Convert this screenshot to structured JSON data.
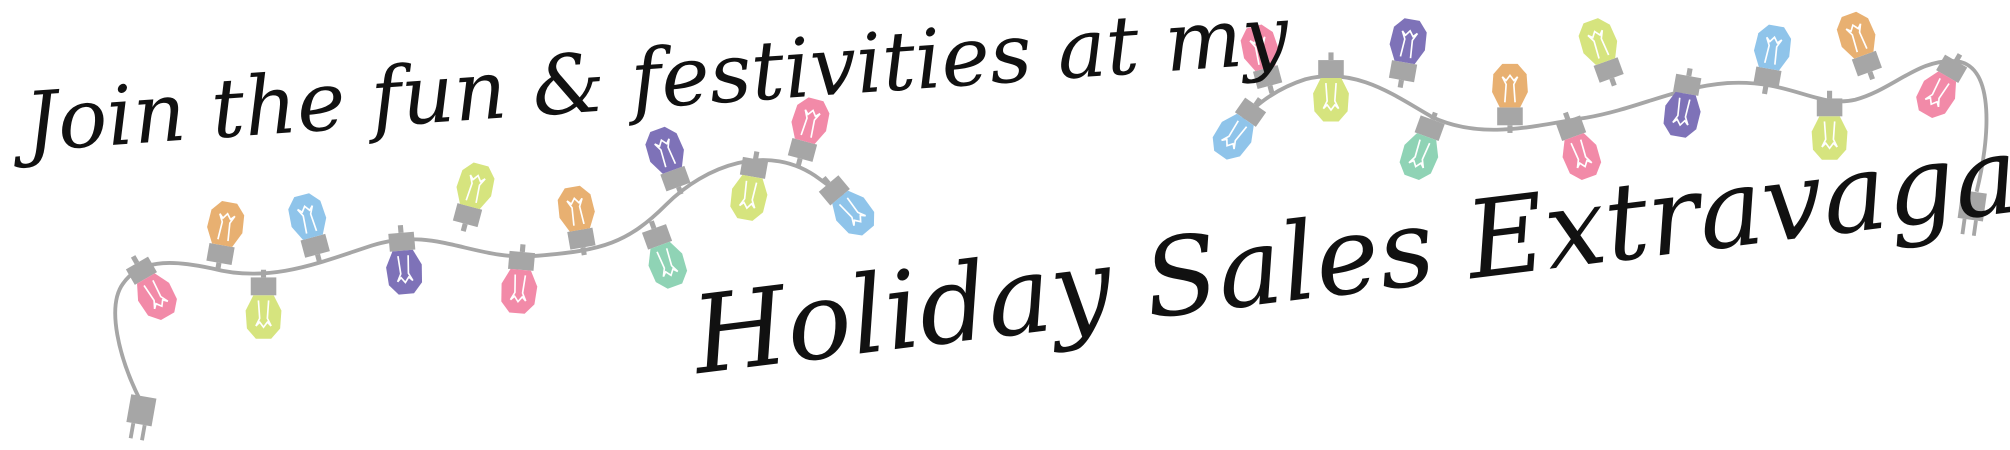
{
  "banner": {
    "line1": "Join the fun & festivities at my",
    "line2": "Holiday Sales Extravaganza!"
  },
  "colors": {
    "pink": "#f28aa8",
    "orange": "#e8b071",
    "lime": "#d6e47e",
    "blue": "#8fc4ea",
    "purple": "#7e72b8",
    "teal": "#8fd3b5",
    "wire": "#a6a6a6",
    "text": "#111111"
  },
  "strings": [
    {
      "name": "left-light-string",
      "bulbs": [
        "pink",
        "orange",
        "lime",
        "blue",
        "purple",
        "lime",
        "pink",
        "orange",
        "teal",
        "purple",
        "lime",
        "pink",
        "blue"
      ]
    },
    {
      "name": "right-light-string",
      "bulbs": [
        "blue",
        "pink",
        "lime",
        "purple",
        "teal",
        "orange",
        "pink",
        "lime",
        "purple",
        "blue",
        "lime",
        "orange",
        "pink"
      ]
    }
  ]
}
